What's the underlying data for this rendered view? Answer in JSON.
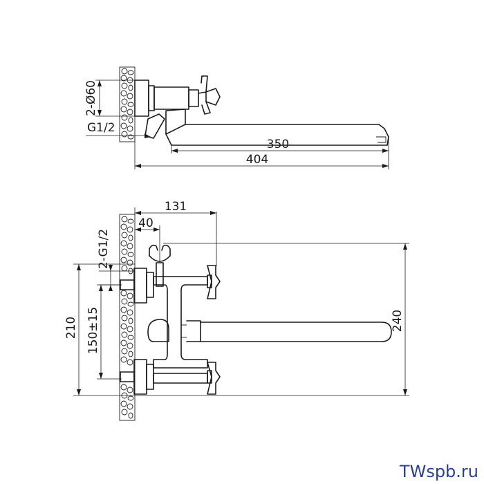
{
  "side_view": {
    "dims": {
      "diameter": "2-Ø60",
      "thread": "G1/2",
      "spout_length": "350",
      "total_length": "404"
    }
  },
  "front_view": {
    "dims": {
      "holder_offset": "131",
      "handle_offset": "40",
      "thread": "2-G1/2",
      "inlet_height": "210",
      "centers": "150±15",
      "spout_height": "240"
    }
  },
  "watermark": "TWspb.ru",
  "colors": {
    "line": "#1a1a1a",
    "watermark": "#2a3f9a"
  }
}
